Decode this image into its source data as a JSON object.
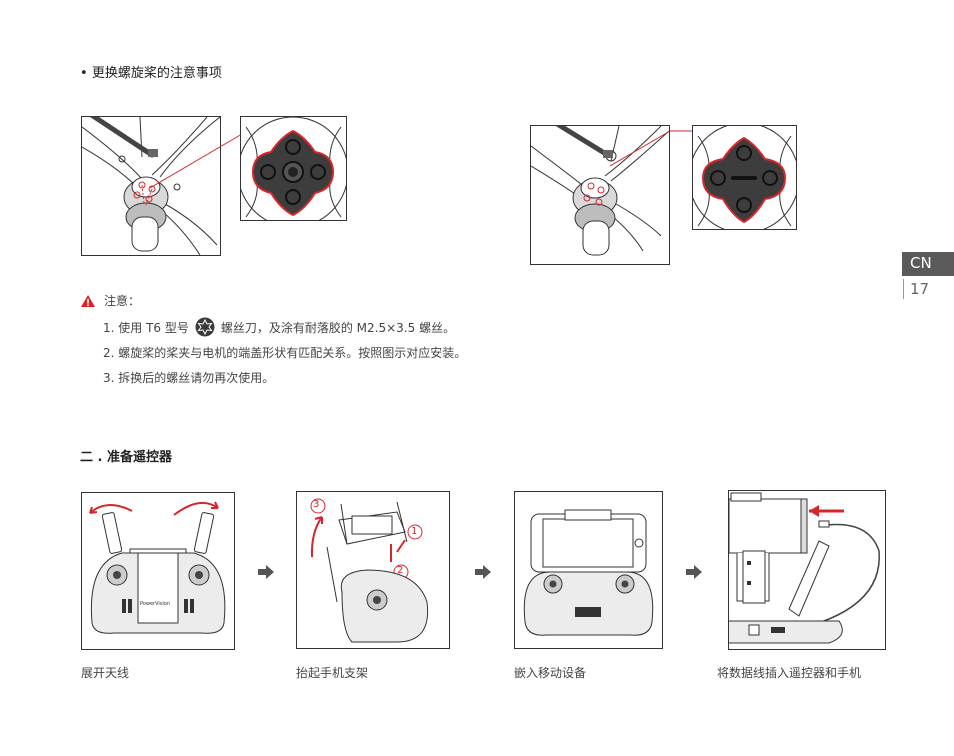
{
  "section1": {
    "bullet": "•",
    "title": "更换螺旋桨的注意事项"
  },
  "notes": {
    "heading": "注意：",
    "item1_pre": "1. 使用 T6 型号",
    "item1_post": "螺丝刀，及涂有耐落胶的 M2.5×3.5 螺丝。",
    "item2": "2. 螺旋桨的桨夹与电机的端盖形状有匹配关系。按照图示对应安装。",
    "item3": "3. 拆换后的螺丝请勿再次使用。"
  },
  "section2": {
    "title": "二 . 准备遥控器"
  },
  "steps": [
    {
      "caption": "展开天线"
    },
    {
      "caption": "抬起手机支架"
    },
    {
      "caption": "嵌入移动设备"
    },
    {
      "caption": "将数据线插入遥控器和手机"
    }
  ],
  "callouts": {
    "one": "1",
    "two": "2",
    "three": "3"
  },
  "remote_brand": "PowerVision",
  "side_tab": {
    "lang": "CN",
    "page": "17"
  },
  "colors": {
    "accent_red": "#d7262b",
    "tab_gray": "#5a5a5a"
  },
  "icons": {
    "warning": "warning-icon",
    "screwdriver_bit": "torx-bit-icon",
    "arrow": "right-arrow-icon"
  }
}
